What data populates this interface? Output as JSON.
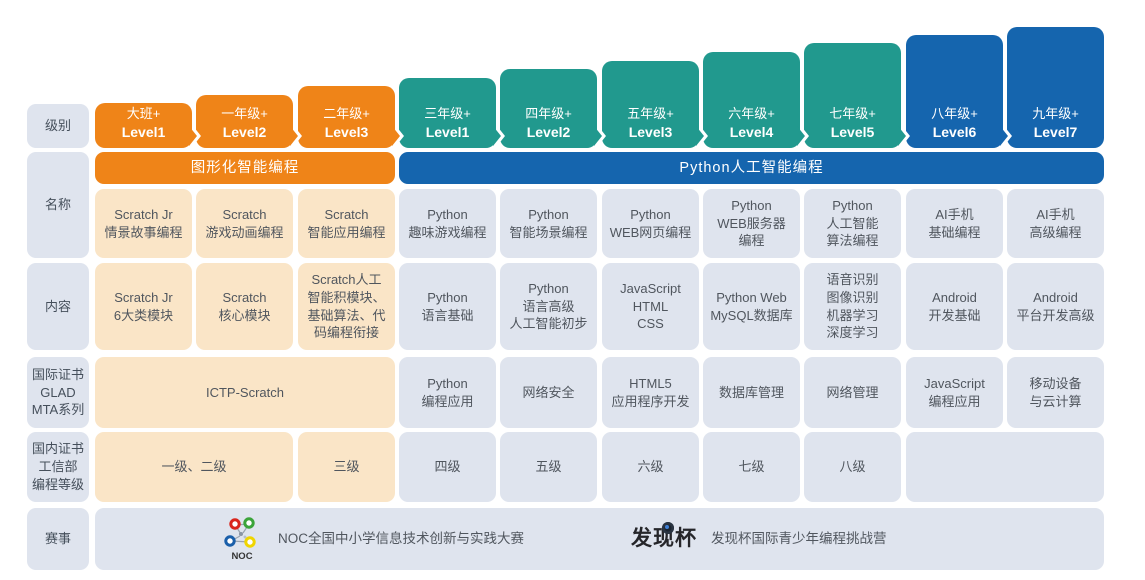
{
  "theme": {
    "orange": "#EF8418",
    "teal": "#21998E",
    "blue": "#1565AE",
    "light_orange": "#FAE5C7",
    "light_gray_blue": "#DFE4EE",
    "text_dark": "#454F5B",
    "cell_text": "#50565E"
  },
  "row_labels": {
    "level": "级别",
    "name": "名称",
    "content": "内容",
    "intl_cert": "国际证书\nGLAD\nMTA系列",
    "domestic_cert": "国内证书\n工信部\n编程等级",
    "competition": "赛事"
  },
  "levels": [
    {
      "grade": "大班+",
      "level": "Level1"
    },
    {
      "grade": "一年级+",
      "level": "Level2"
    },
    {
      "grade": "二年级+",
      "level": "Level3"
    },
    {
      "grade": "三年级+",
      "level": "Level1"
    },
    {
      "grade": "四年级+",
      "level": "Level2"
    },
    {
      "grade": "五年级+",
      "level": "Level3"
    },
    {
      "grade": "六年级+",
      "level": "Level4"
    },
    {
      "grade": "七年级+",
      "level": "Level5"
    },
    {
      "grade": "八年级+",
      "level": "Level6"
    },
    {
      "grade": "九年级+",
      "level": "Level7"
    }
  ],
  "tracks": {
    "graphical": "图形化智能编程",
    "python": "Python人工智能编程"
  },
  "names": [
    "Scratch Jr\n情景故事编程",
    "Scratch\n游戏动画编程",
    "Scratch\n智能应用编程",
    "Python\n趣味游戏编程",
    "Python\n智能场景编程",
    "Python\nWEB网页编程",
    "Python\nWEB服务器\n编程",
    "Python\n人工智能\n算法编程",
    "AI手机\n基础编程",
    "AI手机\n高级编程"
  ],
  "contents": [
    "Scratch Jr\n6大类模块",
    "Scratch\n核心模块",
    "Scratch人工\n智能积模块、\n基础算法、代\n码编程衔接",
    "Python\n语言基础",
    "Python\n语言高级\n人工智能初步",
    "JavaScript\nHTML\nCSS",
    "Python Web\nMySQL数据库",
    "语音识别\n图像识别\n机器学习\n深度学习",
    "Android\n开发基础",
    "Android\n平台开发高级"
  ],
  "intl_certs": {
    "scratch_merged": "ICTP-Scratch",
    "cells": [
      "Python\n编程应用",
      "网络安全",
      "HTML5\n应用程序开发",
      "数据库管理",
      "网络管理",
      "JavaScript\n编程应用",
      "移动设备\n与云计算"
    ]
  },
  "domestic_certs": {
    "merged_1_2": "一级、二级",
    "cells": [
      "三级",
      "四级",
      "五级",
      "六级",
      "七级",
      "八级"
    ],
    "empty": ""
  },
  "competitions": {
    "noc": {
      "logo_text": "NOC",
      "text": "NOC全国中小学信息技术创新与实践大赛"
    },
    "faxianbei": {
      "logo_text": "发现杯",
      "text": "发现杯国际青少年编程挑战营"
    }
  }
}
